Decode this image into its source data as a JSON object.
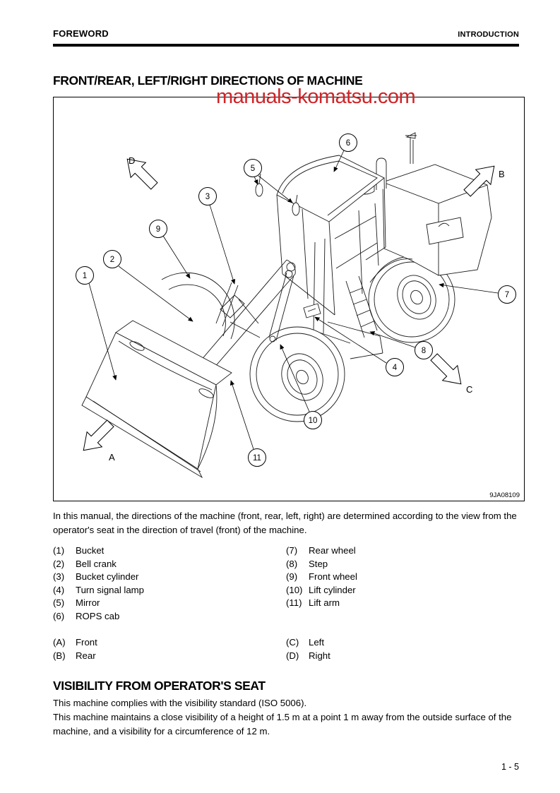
{
  "header": {
    "left": "FOREWORD",
    "right": "INTRODUCTION"
  },
  "section_title": "FRONT/REAR, LEFT/RIGHT DIRECTIONS OF MACHINE",
  "watermark": {
    "text": "manuals-komatsu.com",
    "color": "#cf2428"
  },
  "figure": {
    "code": "9JA08109",
    "callouts": [
      {
        "label": "1"
      },
      {
        "label": "2"
      },
      {
        "label": "3"
      },
      {
        "label": "4"
      },
      {
        "label": "5"
      },
      {
        "label": "6"
      },
      {
        "label": "7"
      },
      {
        "label": "8"
      },
      {
        "label": "9"
      },
      {
        "label": "10"
      },
      {
        "label": "11"
      }
    ],
    "directions": [
      {
        "label": "A"
      },
      {
        "label": "B"
      },
      {
        "label": "C"
      },
      {
        "label": "D"
      }
    ]
  },
  "intro": {
    "line1": "In this manual, the directions of the machine (front, rear, left, right) are determined according to the view from the",
    "line2": "operator's seat in the direction of travel (front) of the machine."
  },
  "parts": {
    "left": [
      {
        "num": "(1)",
        "label": "Bucket"
      },
      {
        "num": "(2)",
        "label": "Bell crank"
      },
      {
        "num": "(3)",
        "label": "Bucket cylinder"
      },
      {
        "num": "(4)",
        "label": "Turn signal lamp"
      },
      {
        "num": "(5)",
        "label": "Mirror"
      },
      {
        "num": "(6)",
        "label": "ROPS cab"
      }
    ],
    "right": [
      {
        "num": "(7)",
        "label": "Rear wheel"
      },
      {
        "num": "(8)",
        "label": "Step"
      },
      {
        "num": "(9)",
        "label": "Front wheel"
      },
      {
        "num": "(10)",
        "label": "Lift cylinder"
      },
      {
        "num": "(11)",
        "label": "Lift arm"
      }
    ]
  },
  "directions_list": {
    "left": [
      {
        "num": "(A)",
        "label": "Front"
      },
      {
        "num": "(B)",
        "label": "Rear"
      }
    ],
    "right": [
      {
        "num": "(C)",
        "label": "Left"
      },
      {
        "num": "(D)",
        "label": "Right"
      }
    ]
  },
  "visibility": {
    "title": "VISIBILITY FROM OPERATOR'S SEAT",
    "line1": "This machine complies with the visibility standard (ISO 5006).",
    "line2": "This machine maintains a close visibility of a height of 1.5 m at a point 1 m away from the outside surface of the",
    "line3": "machine, and a visibility for a circumference of 12 m."
  },
  "footer": {
    "page_number": "1 - 5"
  }
}
